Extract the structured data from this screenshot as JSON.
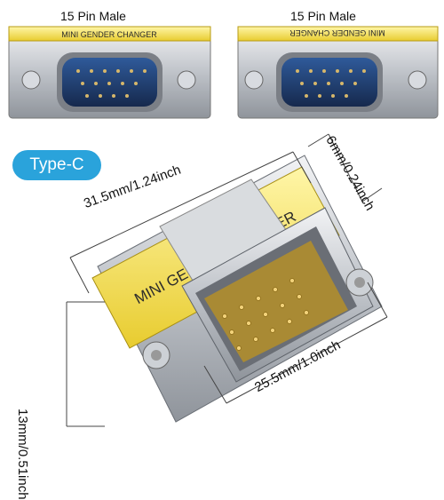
{
  "products": [
    {
      "label": "15 Pin Male",
      "strip_text": "MINI GENDER CHANGER"
    },
    {
      "label": "15 Pin Male",
      "strip_text": "MINI GENDER CHANGER"
    }
  ],
  "badge": "Type-C",
  "main_strip_text": "MINI GENDER CHANGER",
  "dimensions": {
    "length": "31.5mm/1.24inch",
    "depth": "6mm/0.24inch",
    "height": "13mm/0.51inch",
    "connector_width": "25.5mm/1.0inch"
  },
  "colors": {
    "strip": "#f2e25a",
    "connector": "#1f3a6b",
    "metal": "#c9ccd1",
    "badge": "#2aa3db"
  }
}
